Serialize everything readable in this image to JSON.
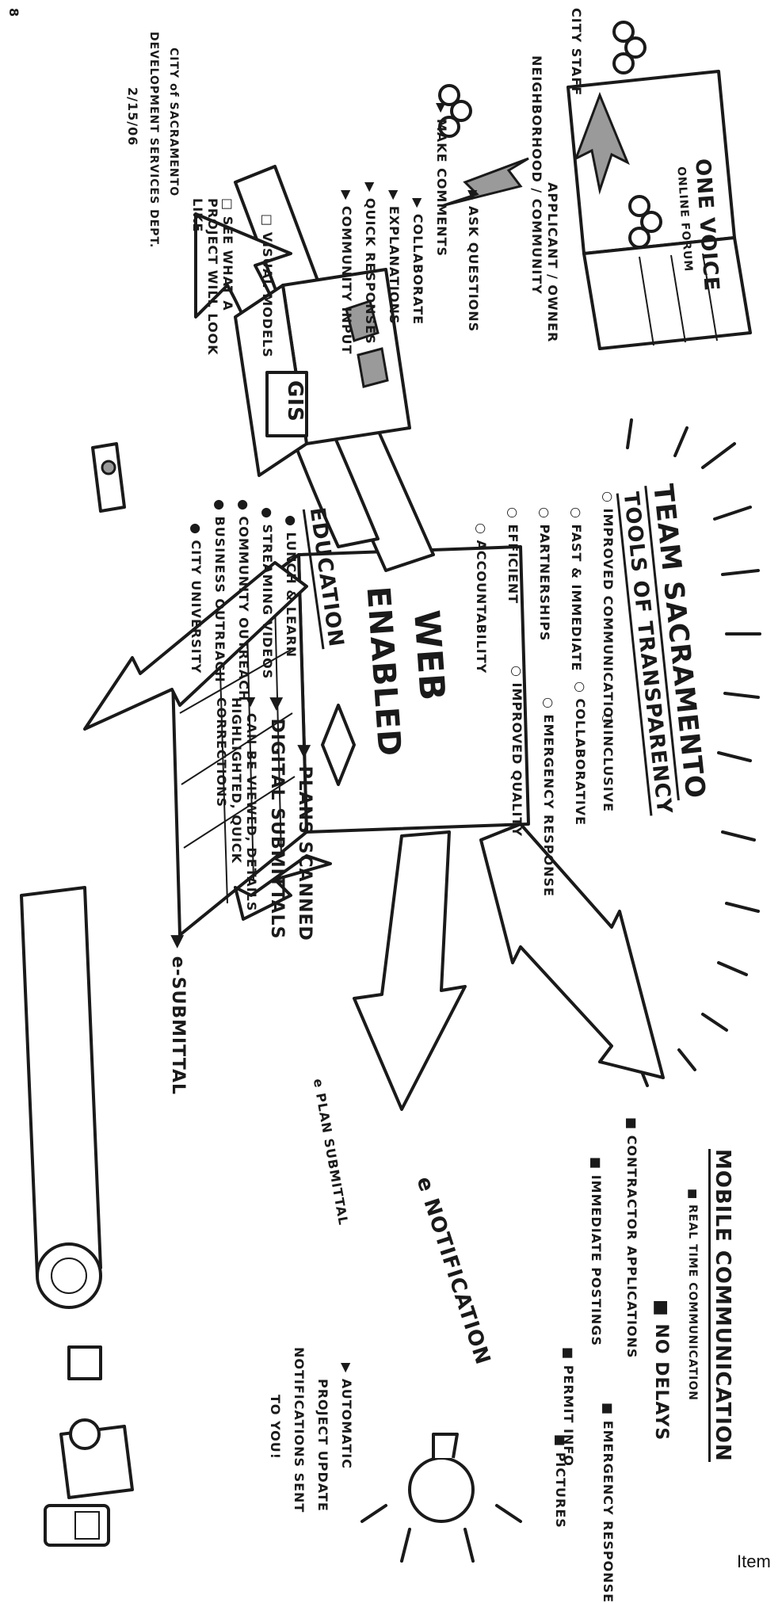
{
  "title": {
    "line1": "TEAM SACRAMENTO",
    "line2": "TOOLS OF TRANSPARENCY"
  },
  "credit": {
    "org": "CITY of SACRAMENTO",
    "dept": "DEVELOPMENT SERVICES DEPT.",
    "date": "2/15/06",
    "page": "8"
  },
  "transparency_values": [
    "IMPROVED COMMUNICATION",
    "INCLUSIVE",
    "FAST & IMMEDIATE",
    "COLLABORATIVE",
    "PARTNERSHIPS",
    "EMERGENCY RESPONSE",
    "EFFICIENT",
    "IMPROVED QUALITY",
    "ACCOUNTABILITY"
  ],
  "center": {
    "line1": "WEB",
    "line2": "ENABLED"
  },
  "mobile": {
    "heading": "MOBILE COMMUNICATION",
    "items": [
      "REAL TIME COMMUNICATION",
      "NO DELAYS",
      "CONTRACTOR APPLICATIONS",
      "IMMEDIATE POSTINGS",
      "PERMIT INFO",
      "EMERGENCY RESPONSE",
      "PICTURES"
    ]
  },
  "notification": {
    "label": "e NOTIFICATION",
    "note_lines": [
      "AUTOMATIC",
      "PROJECT UPDATE",
      "NOTIFICATIONS SENT",
      "TO YOU!"
    ]
  },
  "plan_submittal": {
    "label": "e PLAN SUBMITTAL",
    "items": [
      "PLANS SCANNED",
      "DIGITAL SUBMITTALS",
      "CAN BE VIEWED, DETAILS HIGHLIGHTED, QUICK CORRECTIONS",
      "e-SUBMITTAL"
    ]
  },
  "education": {
    "heading": "EDUCATION",
    "items": [
      "LUNCH & LEARN",
      "STREAMING VIDEOS",
      "COMMUNITY OUTREACH",
      "BUSINESS OUTREACH",
      "CITY UNIVERSITY"
    ]
  },
  "gis": {
    "label": "GIS",
    "items": [
      "VISUAL MODELS",
      "SEE WHAT A PROJECT WILL LOOK LIKE"
    ]
  },
  "one_voice": {
    "heading": "ONE VOICE",
    "sub": "ONLINE FORUM",
    "groups": [
      "CITY STAFF",
      "NEIGHBORHOOD / COMMUNITY",
      "APPLICANT / OWNER"
    ],
    "items": [
      "ASK QUESTIONS",
      "MAKE COMMENTS",
      "COLLABORATE",
      "EXPLANATIONS",
      "QUICK RESPONSES",
      "COMMUNITY INPUT"
    ]
  },
  "footer_label": "Item"
}
